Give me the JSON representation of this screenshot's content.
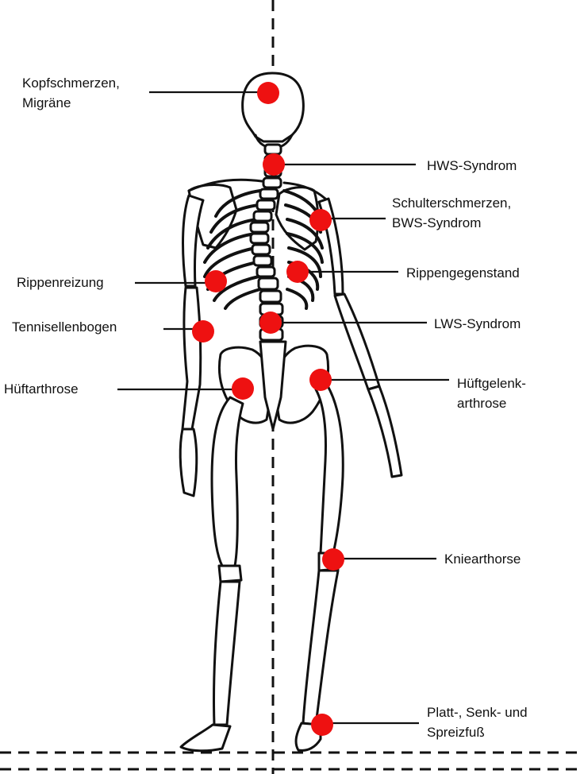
{
  "colors": {
    "marker": "#ee1111",
    "line": "#111111",
    "bone_fill": "#ffffff",
    "bone_stroke": "#111111",
    "background": "#ffffff"
  },
  "labels": {
    "kopfschmerzen": "Kopfschmerzen,\nMigräne",
    "hws": "HWS-Syndrom",
    "schulter": "Schulterschmerzen,\nBWS-Syndrom",
    "rippenreizung": "Rippenreizung",
    "rippengegenstand": "Rippengegenstand",
    "tennisellenbogen": "Tennisellenbogen",
    "lws": "LWS-Syndrom",
    "hueftarthrose": "Hüftarthrose",
    "hueftgelenk": "Hüftgelenk-\narthrose",
    "kniearthorse": "Kniearthorse",
    "fuss": "Platt-, Senk- und\nSpreizfuß"
  },
  "figure": {
    "subject": "skeleton-back-view",
    "reference_lines": [
      "vertical-dashed-axis",
      "horizontal-dashed-ground"
    ]
  }
}
